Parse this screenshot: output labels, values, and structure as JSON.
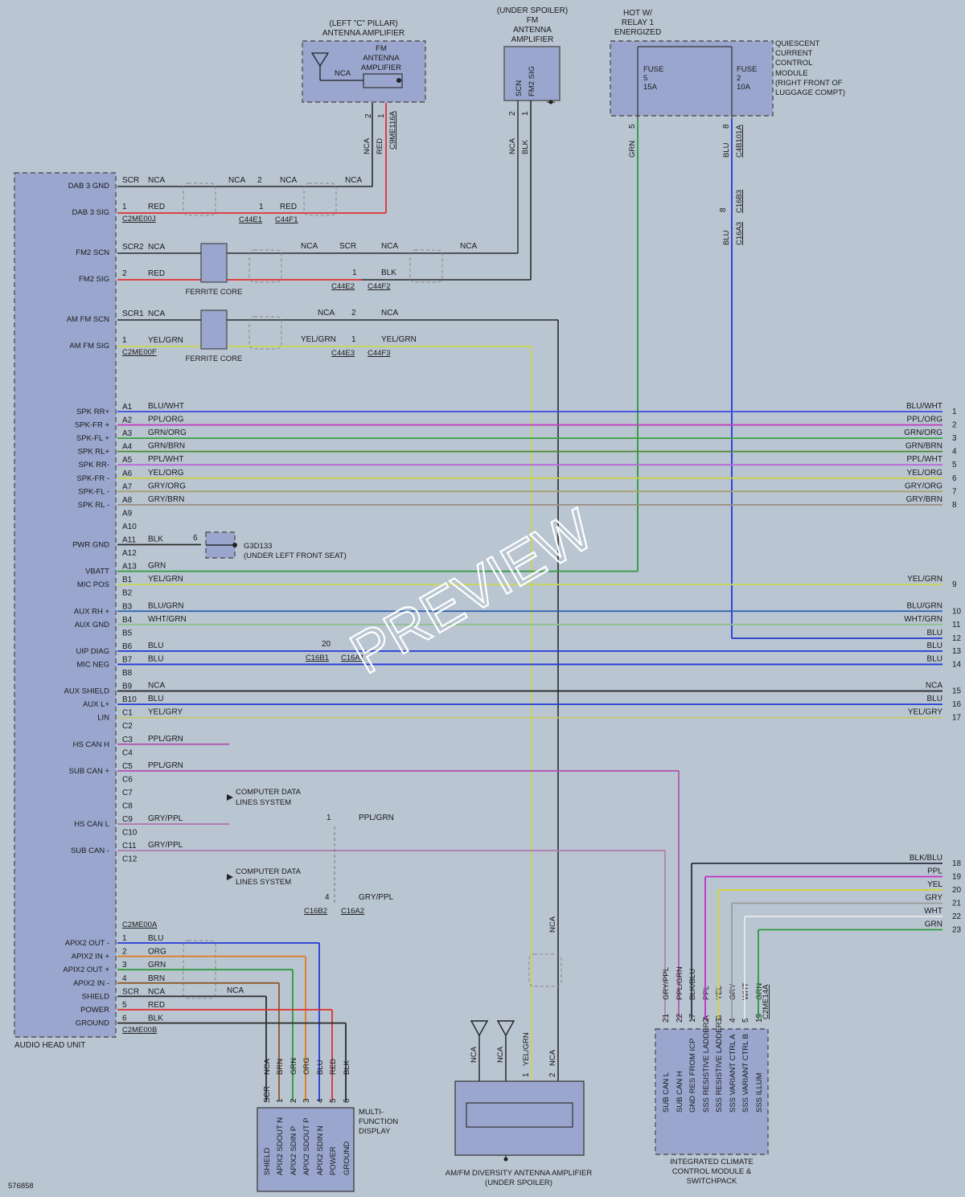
{
  "colors": {
    "BLK": "#2b2b2b",
    "RED": "#e03030",
    "GRN": "#2f9a3c",
    "BLU": "#2338d8",
    "YEL": "#d4d62a",
    "YEL/GRN": "#c8d655",
    "PPL": "#c030c8",
    "ORG": "#e07a1a",
    "BRN": "#8a5a2a",
    "GRY": "#9a9a9a",
    "WHT": "#e8e8e8",
    "NCA": "#2b2b2b",
    "PPL/GRN": "#b04fb0",
    "GRY/PPL": "#b07ab0",
    "BLU/WHT": "#3b4ae0",
    "PPL/ORG": "#c040c0",
    "GRN/ORG": "#3aa040",
    "GRN/BRN": "#4a8a30",
    "PPL/WHT": "#b86ad8",
    "YEL/ORG": "#d0d040",
    "GRY/ORG": "#a8a070",
    "GRY/BRN": "#9a9080",
    "BLU/GRN": "#2a60b0",
    "WHT/GRN": "#90c090",
    "YEL/GRY": "#c8c870",
    "BLK/BLU": "#2a3040"
  },
  "head_unit": {
    "name": "AUDIO HEAD UNIT",
    "connectors": [
      "C2ME00J",
      "C2ME00F",
      "C2ME00A",
      "C2ME00B"
    ],
    "top_pins": [
      {
        "label": "DAB 3 GND",
        "pin": "SCR",
        "wire": "NCA"
      },
      {
        "label": "DAB 3 SIG",
        "pin": "1",
        "wire": "RED"
      },
      {
        "label": "FM2 SCN",
        "pin": "SCR2",
        "wire": "NCA"
      },
      {
        "label": "FM2 SIG",
        "pin": "2",
        "wire": "RED"
      },
      {
        "label": "AM FM SCN",
        "pin": "SCR1",
        "wire": "NCA"
      },
      {
        "label": "AM FM SIG",
        "pin": "1",
        "wire": "YEL/GRN"
      }
    ],
    "pins": [
      {
        "pin": "A1",
        "label": "SPK RR+",
        "wire": "BLU/WHT",
        "right": "BLU/WHT",
        "num": "1"
      },
      {
        "pin": "A2",
        "label": "SPK-FR +",
        "wire": "PPL/ORG",
        "right": "PPL/ORG",
        "num": "2"
      },
      {
        "pin": "A3",
        "label": "SPK-FL +",
        "wire": "GRN/ORG",
        "right": "GRN/ORG",
        "num": "3"
      },
      {
        "pin": "A4",
        "label": "SPK RL+",
        "wire": "GRN/BRN",
        "right": "GRN/BRN",
        "num": "4"
      },
      {
        "pin": "A5",
        "label": "SPK RR-",
        "wire": "PPL/WHT",
        "right": "PPL/WHT",
        "num": "5"
      },
      {
        "pin": "A6",
        "label": "SPK-FR -",
        "wire": "YEL/ORG",
        "right": "YEL/ORG",
        "num": "6"
      },
      {
        "pin": "A7",
        "label": "SPK-FL -",
        "wire": "GRY/ORG",
        "right": "GRY/ORG",
        "num": "7"
      },
      {
        "pin": "A8",
        "label": "SPK RL -",
        "wire": "GRY/BRN",
        "right": "GRY/BRN",
        "num": "8"
      },
      {
        "pin": "A9",
        "label": "",
        "wire": ""
      },
      {
        "pin": "A10",
        "label": "",
        "wire": ""
      },
      {
        "pin": "A11",
        "label": "PWR GND",
        "wire": "BLK"
      },
      {
        "pin": "A12",
        "label": "",
        "wire": ""
      },
      {
        "pin": "A13",
        "label": "VBATT",
        "wire": "GRN"
      },
      {
        "pin": "B1",
        "label": "MIC POS",
        "wire": "YEL/GRN",
        "right": "YEL/GRN",
        "num": "9"
      },
      {
        "pin": "B2",
        "label": "",
        "wire": ""
      },
      {
        "pin": "B3",
        "label": "AUX RH +",
        "wire": "BLU/GRN",
        "right": "BLU/GRN",
        "num": "10"
      },
      {
        "pin": "B4",
        "label": "AUX GND",
        "wire": "WHT/GRN",
        "right": "WHT/GRN",
        "num": "11"
      },
      {
        "pin": "B5",
        "label": "",
        "wire": ""
      },
      {
        "pin": "B6",
        "label": "UIP DIAG",
        "wire": "BLU",
        "right": "BLU",
        "num": "13"
      },
      {
        "pin": "B7",
        "label": "MIC NEG",
        "wire": "BLU",
        "right": "BLU",
        "num": "14"
      },
      {
        "pin": "B8",
        "label": "",
        "wire": ""
      },
      {
        "pin": "B9",
        "label": "AUX SHIELD",
        "wire": "NCA",
        "right": "NCA",
        "num": "15"
      },
      {
        "pin": "B10",
        "label": "AUX L+",
        "wire": "BLU",
        "right": "BLU",
        "num": "16"
      },
      {
        "pin": "C1",
        "label": "LIN",
        "wire": "YEL/GRY",
        "right": "YEL/GRY",
        "num": "17"
      },
      {
        "pin": "C2",
        "label": "",
        "wire": ""
      },
      {
        "pin": "C3",
        "label": "HS CAN H",
        "wire": "PPL/GRN"
      },
      {
        "pin": "C4",
        "label": "",
        "wire": ""
      },
      {
        "pin": "C5",
        "label": "SUB CAN +",
        "wire": "PPL/GRN"
      },
      {
        "pin": "C6",
        "label": "",
        "wire": ""
      },
      {
        "pin": "C7",
        "label": "",
        "wire": ""
      },
      {
        "pin": "C8",
        "label": "",
        "wire": ""
      },
      {
        "pin": "C9",
        "label": "HS CAN L",
        "wire": "GRY/PPL"
      },
      {
        "pin": "C10",
        "label": "",
        "wire": ""
      },
      {
        "pin": "C11",
        "label": "SUB CAN -",
        "wire": "GRY/PPL"
      },
      {
        "pin": "C12",
        "label": "",
        "wire": ""
      }
    ],
    "apix": [
      {
        "label": "APIX2 OUT -",
        "pin": "1",
        "wire": "BLU"
      },
      {
        "label": "APIX2 IN +",
        "pin": "2",
        "wire": "ORG"
      },
      {
        "label": "APIX2 OUT +",
        "pin": "3",
        "wire": "GRN"
      },
      {
        "label": "APIX2 IN -",
        "pin": "4",
        "wire": "BRN"
      },
      {
        "label": "SHIELD",
        "pin": "SCR",
        "wire": "NCA"
      },
      {
        "label": "POWER",
        "pin": "5",
        "wire": "RED"
      },
      {
        "label": "GROUND",
        "pin": "6",
        "wire": "BLK"
      }
    ]
  },
  "c_pillar": {
    "title1": "(LEFT \"C\" PILLAR)",
    "title2": "ANTENNA AMPLIFIER",
    "inner1": "FM",
    "inner2": "ANTENNA",
    "inner3": "AMPLIFIER",
    "nca": "NCA",
    "connector": "C9ME116A",
    "pin_a": "2",
    "pin_b": "1",
    "wire_a": "NCA",
    "wire_b": "RED"
  },
  "spoiler_amp": {
    "t1": "(UNDER SPOILER)",
    "t2": "FM",
    "t3": "ANTENNA",
    "t4": "AMPLIFIER",
    "scn": "SCN",
    "sig": "FM2 SIG",
    "pin_a": "2",
    "pin_b": "1",
    "wire_a": "NCA",
    "wire_b": "BLK"
  },
  "relay": {
    "t1": "HOT W/",
    "t2": "RELAY 1",
    "t3": "ENERGIZED",
    "fuse1": "FUSE",
    "fuse1_num": "5",
    "fuse1_amp": "15A",
    "fuse2": "FUSE",
    "fuse2_num": "2",
    "fuse2_amp": "10A",
    "pin_a": "5",
    "pin_b": "8",
    "wire_a": "GRN",
    "wire_b": "BLU",
    "connector": "C4B101A",
    "m1": "QUIESCENT",
    "m2": "CURRENT",
    "m3": "CONTROL",
    "m4": "MODULE",
    "m5": "(RIGHT FRONT OF",
    "m6": "LUGGAGE COMPT)"
  },
  "inline": {
    "c44e1": "C44E1",
    "c44f1": "C44F1",
    "c44e2": "C44E2",
    "c44f2": "C44F2",
    "c44e3": "C44E3",
    "c44f3": "C44F3",
    "c16b1": "C16B1",
    "c16a1": "C16A1",
    "c16b2": "C16B2",
    "c16a2": "C16A2",
    "c16b3": "C16B3",
    "c16a3": "C16A3",
    "ferrite": "FERRITE CORE",
    "g3d133": "G3D133",
    "g3d133_loc": "(UNDER LEFT FRONT SEAT)",
    "cdl1": "COMPUTER DATA",
    "cdl2": "LINES SYSTEM",
    "p2": "2",
    "p1": "1",
    "p6": "6",
    "p8": "8",
    "p20": "20",
    "p4": "4",
    "nca": "NCA",
    "red": "RED",
    "blk": "BLK",
    "scr": "SCR",
    "yelgrn": "YEL/GRN",
    "pplgrn": "PPL/GRN",
    "grypppl": "GRY/PPL",
    "blu": "BLU"
  },
  "right_extra": [
    {
      "wire": "BLU",
      "num": "12"
    },
    {
      "wire": "BLK/BLU",
      "num": "18"
    },
    {
      "wire": "PPL",
      "num": "19"
    },
    {
      "wire": "YEL",
      "num": "20"
    },
    {
      "wire": "GRY",
      "num": "21"
    },
    {
      "wire": "WHT",
      "num": "22"
    },
    {
      "wire": "GRN",
      "num": "23"
    }
  ],
  "mfd": {
    "name1": "MULTI-",
    "name2": "FUNCTION",
    "name3": "DISPLAY",
    "pins": [
      {
        "pin": "SCR",
        "wire": "NCA",
        "label": "SHIELD"
      },
      {
        "pin": "1",
        "wire": "BRN",
        "label": "APIX2 SDOUT N"
      },
      {
        "pin": "2",
        "wire": "GRN",
        "label": "APIX2 SDIN P"
      },
      {
        "pin": "3",
        "wire": "ORG",
        "label": "APIX2 SDOUT P"
      },
      {
        "pin": "4",
        "wire": "BLU",
        "label": "APIX2 SDIN N"
      },
      {
        "pin": "5",
        "wire": "RED",
        "label": "POWER"
      },
      {
        "pin": "6",
        "wire": "BLK",
        "label": "GROUND"
      }
    ]
  },
  "diversity": {
    "name1": "AM/FM DIVERSITY ANTENNA AMPLIFIER",
    "name2": "(UNDER SPOILER)",
    "nca": "NCA",
    "pin1": "1",
    "pin2": "2",
    "w1": "YEL/GRN",
    "w2": "NCA"
  },
  "climate": {
    "name1": "INTEGRATED CLIMATE",
    "name2": "CONTROL MODULE &",
    "name3": "SWITCHPACK",
    "connector": "C2ME14A",
    "pins": [
      {
        "pin": "21",
        "wire": "GRY/PPL",
        "label": "SUB CAN L"
      },
      {
        "pin": "22",
        "wire": "PPL/GRN",
        "label": "SUB CAN H"
      },
      {
        "pin": "17",
        "wire": "BLK/BLU",
        "label": "GND RES FROM ICP"
      },
      {
        "pin": "2",
        "wire": "PPL",
        "label": "SSS RESISTIVE LADDER A"
      },
      {
        "pin": "3",
        "wire": "YEL",
        "label": "SSS RESISTIVE LADDER B"
      },
      {
        "pin": "4",
        "wire": "GRY",
        "label": "SSS VARIANT CTRL A"
      },
      {
        "pin": "5",
        "wire": "WHT",
        "label": "SSS VARIANT CTRL B"
      },
      {
        "pin": "19",
        "wire": "GRN",
        "label": "SSS ILLUM"
      }
    ]
  },
  "doc_id": "576858",
  "watermark": "PREVIEW"
}
